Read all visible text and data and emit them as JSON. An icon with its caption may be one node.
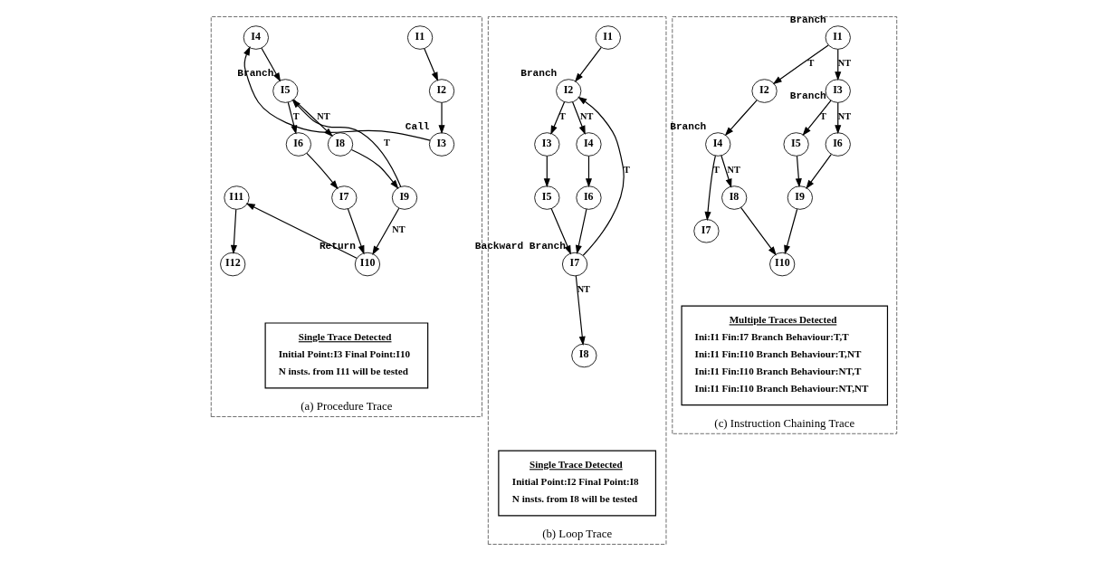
{
  "diagram": {
    "nodes": [
      {
        "text": [
          "(a) Procedure Trace"
        ]
      },
      {
        "text": [
          "I1"
        ],
        "in": 0
      },
      {
        "text": [
          "I2"
        ],
        "in": 0
      },
      {
        "text": [
          "I3"
        ],
        "in": 0,
        "beside": [
          "Call"
        ]
      },
      {
        "text": [
          "I4"
        ],
        "in": 0
      },
      {
        "text": [
          "I5"
        ],
        "in": 0,
        "beside": [
          "Branch"
        ]
      },
      {
        "text": [
          "I6"
        ],
        "in": 0
      },
      {
        "text": [
          "I7"
        ],
        "in": 0
      },
      {
        "text": [
          "I8"
        ],
        "in": 0
      },
      {
        "text": [
          "I9"
        ],
        "in": 0
      },
      {
        "text": [
          "I10"
        ],
        "in": 0,
        "beside": [
          "Return"
        ]
      },
      {
        "text": [
          "I11"
        ],
        "in": 0
      },
      {
        "text": [
          "I12"
        ],
        "in": 0
      },
      {
        "text": [
          "Single Trace Detected",
          "Initial Point:I3 Final Point:I10",
          "N insts. from I11 will be tested"
        ],
        "in": 0
      },
      {
        "text": [
          "(b) Loop Trace"
        ]
      },
      {
        "text": [
          "I1"
        ],
        "in": 14
      },
      {
        "text": [
          "I2"
        ],
        "in": 14,
        "beside": [
          "Branch"
        ]
      },
      {
        "text": [
          "I3"
        ],
        "in": 14
      },
      {
        "text": [
          "I4"
        ],
        "in": 14
      },
      {
        "text": [
          "I5"
        ],
        "in": 14
      },
      {
        "text": [
          "I6"
        ],
        "in": 14
      },
      {
        "text": [
          "I7"
        ],
        "in": 14,
        "beside": [
          "Backward Branch"
        ]
      },
      {
        "text": [
          "I8"
        ],
        "in": 14
      },
      {
        "text": [
          "Single Trace Detected",
          "Initial Point:I2 Final Point:I8",
          "N insts. from I8 will be tested"
        ],
        "in": 14
      },
      {
        "text": [
          "(c) Instruction Chaining Trace"
        ]
      },
      {
        "text": [
          "I1"
        ],
        "in": 24,
        "beside": [
          "Branch"
        ]
      },
      {
        "text": [
          "I2"
        ],
        "in": 24
      },
      {
        "text": [
          "I3"
        ],
        "in": 24,
        "beside": [
          "Branch"
        ]
      },
      {
        "text": [
          "I4"
        ],
        "in": 24,
        "beside": [
          "Branch"
        ]
      },
      {
        "text": [
          "I5"
        ],
        "in": 24
      },
      {
        "text": [
          "I6"
        ],
        "in": 24
      },
      {
        "text": [
          "I7"
        ],
        "in": 24
      },
      {
        "text": [
          "I8"
        ],
        "in": 24
      },
      {
        "text": [
          "I9"
        ],
        "in": 24
      },
      {
        "text": [
          "I10"
        ],
        "in": 24
      },
      {
        "text": [
          "Multiple Traces Detected",
          "Ini:I1 Fin:I7 Branch Behaviour:T,T",
          "Ini:I1 Fin:I10 Branch Behaviour:T,NT",
          "Ini:I1 Fin:I10 Branch Behaviour:NT,T",
          "Ini:I1 Fin:I10 Branch Behaviour:NT,NT"
        ],
        "in": 24
      }
    ],
    "edges": [
      {
        "from": 1,
        "to": 2,
        "arrow": "to"
      },
      {
        "from": 2,
        "to": 3,
        "arrow": "to"
      },
      {
        "from": 3,
        "to": 4,
        "arrow": "to"
      },
      {
        "from": 4,
        "to": 5,
        "arrow": "to"
      },
      {
        "from": 5,
        "to": 6,
        "arrow": "to",
        "label": "T"
      },
      {
        "from": 5,
        "to": 8,
        "arrow": "to",
        "label": "NT"
      },
      {
        "from": 6,
        "to": 7,
        "arrow": "to"
      },
      {
        "from": 8,
        "to": 9,
        "arrow": "to"
      },
      {
        "from": 9,
        "to": 5,
        "arrow": "to",
        "label": "T"
      },
      {
        "from": 7,
        "to": 10,
        "arrow": "to"
      },
      {
        "from": 9,
        "to": 10,
        "arrow": "to",
        "label": "NT"
      },
      {
        "from": 10,
        "to": 11,
        "arrow": "to"
      },
      {
        "from": 11,
        "to": 12,
        "arrow": "to"
      },
      {
        "from": 15,
        "to": 16,
        "arrow": "to"
      },
      {
        "from": 16,
        "to": 17,
        "arrow": "to",
        "label": "T"
      },
      {
        "from": 16,
        "to": 18,
        "arrow": "to",
        "label": "NT"
      },
      {
        "from": 17,
        "to": 19,
        "arrow": "to"
      },
      {
        "from": 18,
        "to": 20,
        "arrow": "to"
      },
      {
        "from": 19,
        "to": 21,
        "arrow": "to"
      },
      {
        "from": 20,
        "to": 21,
        "arrow": "to"
      },
      {
        "from": 21,
        "to": 16,
        "arrow": "to",
        "label": "T"
      },
      {
        "from": 21,
        "to": 22,
        "arrow": "to",
        "label": "NT"
      },
      {
        "from": 25,
        "to": 26,
        "arrow": "to",
        "label": "T"
      },
      {
        "from": 25,
        "to": 27,
        "arrow": "to",
        "label": "NT"
      },
      {
        "from": 26,
        "to": 28,
        "arrow": "to"
      },
      {
        "from": 27,
        "to": 29,
        "arrow": "to",
        "label": "T"
      },
      {
        "from": 27,
        "to": 30,
        "arrow": "to",
        "label": "NT"
      },
      {
        "from": 28,
        "to": 31,
        "arrow": "to",
        "label": "T"
      },
      {
        "from": 28,
        "to": 32,
        "arrow": "to",
        "label": "NT"
      },
      {
        "from": 29,
        "to": 33,
        "arrow": "to"
      },
      {
        "from": 30,
        "to": 33,
        "arrow": "to"
      },
      {
        "from": 32,
        "to": 34,
        "arrow": "to"
      },
      {
        "from": 33,
        "to": 34,
        "arrow": "to"
      }
    ]
  }
}
